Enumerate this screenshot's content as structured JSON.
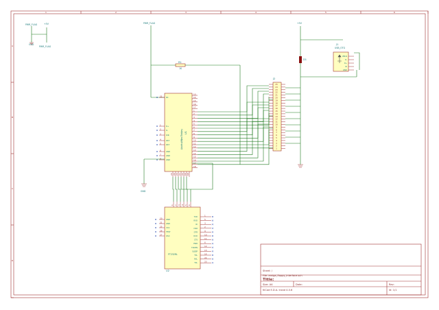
{
  "power_symbols": {
    "pwr_flag_1": "PWR_FLAG",
    "gnd_1": "GND",
    "plus5v_1": "+5V",
    "pwr_flag_2": "PWR_FLAG",
    "pwr_flag_3": "PWR_FLAG",
    "plus5v_2": "+5V",
    "gnd_2": "GND"
  },
  "components": {
    "r1": {
      "ref": "R1",
      "value": "1K"
    },
    "u1": {
      "ref": "U1",
      "value": "AdafruitNeoTrinkey"
    },
    "u2": {
      "ref": "U2",
      "value": "FT232RL"
    },
    "j1": {
      "ref": "J1",
      "value": "USB_OTG"
    },
    "d1": {
      "ref": "D1"
    },
    "j2": {
      "ref": "J2"
    }
  },
  "u1_pins": {
    "left": [
      {
        "num": "21",
        "name": "RC"
      },
      {
        "num": "1",
        "name": "D+"
      },
      {
        "num": "2",
        "name": "D-"
      },
      {
        "num": "3",
        "name": "DIR"
      },
      {
        "num": "4",
        "name": "RST"
      },
      {
        "num": "5",
        "name": "RST"
      },
      {
        "num": "6",
        "name": "GND"
      },
      {
        "num": "7",
        "name": "GND"
      },
      {
        "num": "8",
        "name": "GND"
      }
    ],
    "right": [
      "13",
      "14",
      "15",
      "16",
      "17",
      "1",
      "2",
      "3",
      "4",
      "5",
      "6",
      "7",
      "8",
      "9",
      "10",
      "11",
      "12",
      "13",
      "14",
      "15",
      "16",
      "17",
      "18"
    ],
    "bottom": [
      "26",
      "24",
      "23",
      "22",
      "20",
      "19",
      "18"
    ]
  },
  "u2_pins": {
    "left": [
      {
        "num": "20",
        "name": "GND"
      },
      {
        "num": "21",
        "name": "GND"
      },
      {
        "num": "25",
        "name": "VCC"
      },
      {
        "num": "26",
        "name": "TEST"
      },
      {
        "num": "27",
        "name": "OSC"
      }
    ],
    "right": [
      {
        "num": "1",
        "name": "TXD"
      },
      {
        "num": "5",
        "name": "RXD"
      },
      {
        "num": "3",
        "name": "RI"
      },
      {
        "num": "2",
        "name": "DSR"
      },
      {
        "num": "9",
        "name": "DTR"
      },
      {
        "num": "10",
        "name": "DCD"
      },
      {
        "num": "11",
        "name": "CTS"
      },
      {
        "num": "6",
        "name": "PWR"
      },
      {
        "num": "12",
        "name": "TXDEN"
      },
      {
        "num": "13",
        "name": "SLEEP"
      },
      {
        "num": "14",
        "name": "TXL"
      },
      {
        "num": "22",
        "name": "RXL"
      },
      {
        "num": "23",
        "name": "TXL"
      }
    ],
    "top": [
      "1",
      "2",
      "3",
      "4",
      "5",
      "6"
    ]
  },
  "j2_rows": [
    "25",
    "24",
    "23",
    "22",
    "21",
    "20",
    "19",
    "18",
    "17",
    "16",
    "15",
    "14",
    "13",
    "12",
    "11",
    "10",
    "9",
    "8",
    "7",
    "6",
    "5",
    "4",
    "3",
    "2",
    "1"
  ],
  "j1_pins": [
    "VBUS",
    "D-",
    "D+",
    "ID",
    "GND"
  ],
  "title_block": {
    "sheet": "Sheet: /",
    "file": "File: amiga_floppy_interface.sch",
    "title": "Title:",
    "size": "Size: A4",
    "date": "Date:",
    "rev": "Rev:",
    "kicad": "KiCad E.D.A.  kicad 4.0.6",
    "id": "Id: 1/1"
  },
  "ruler": {
    "top": [
      "1",
      "2",
      "3",
      "4",
      "5",
      "6"
    ],
    "left": [
      "A",
      "B",
      "C",
      "D"
    ]
  },
  "colors": {
    "frame": "#a03030",
    "wire": "#1f7a1f",
    "part_fill": "#fffec0",
    "text": "#1a7a7a"
  }
}
